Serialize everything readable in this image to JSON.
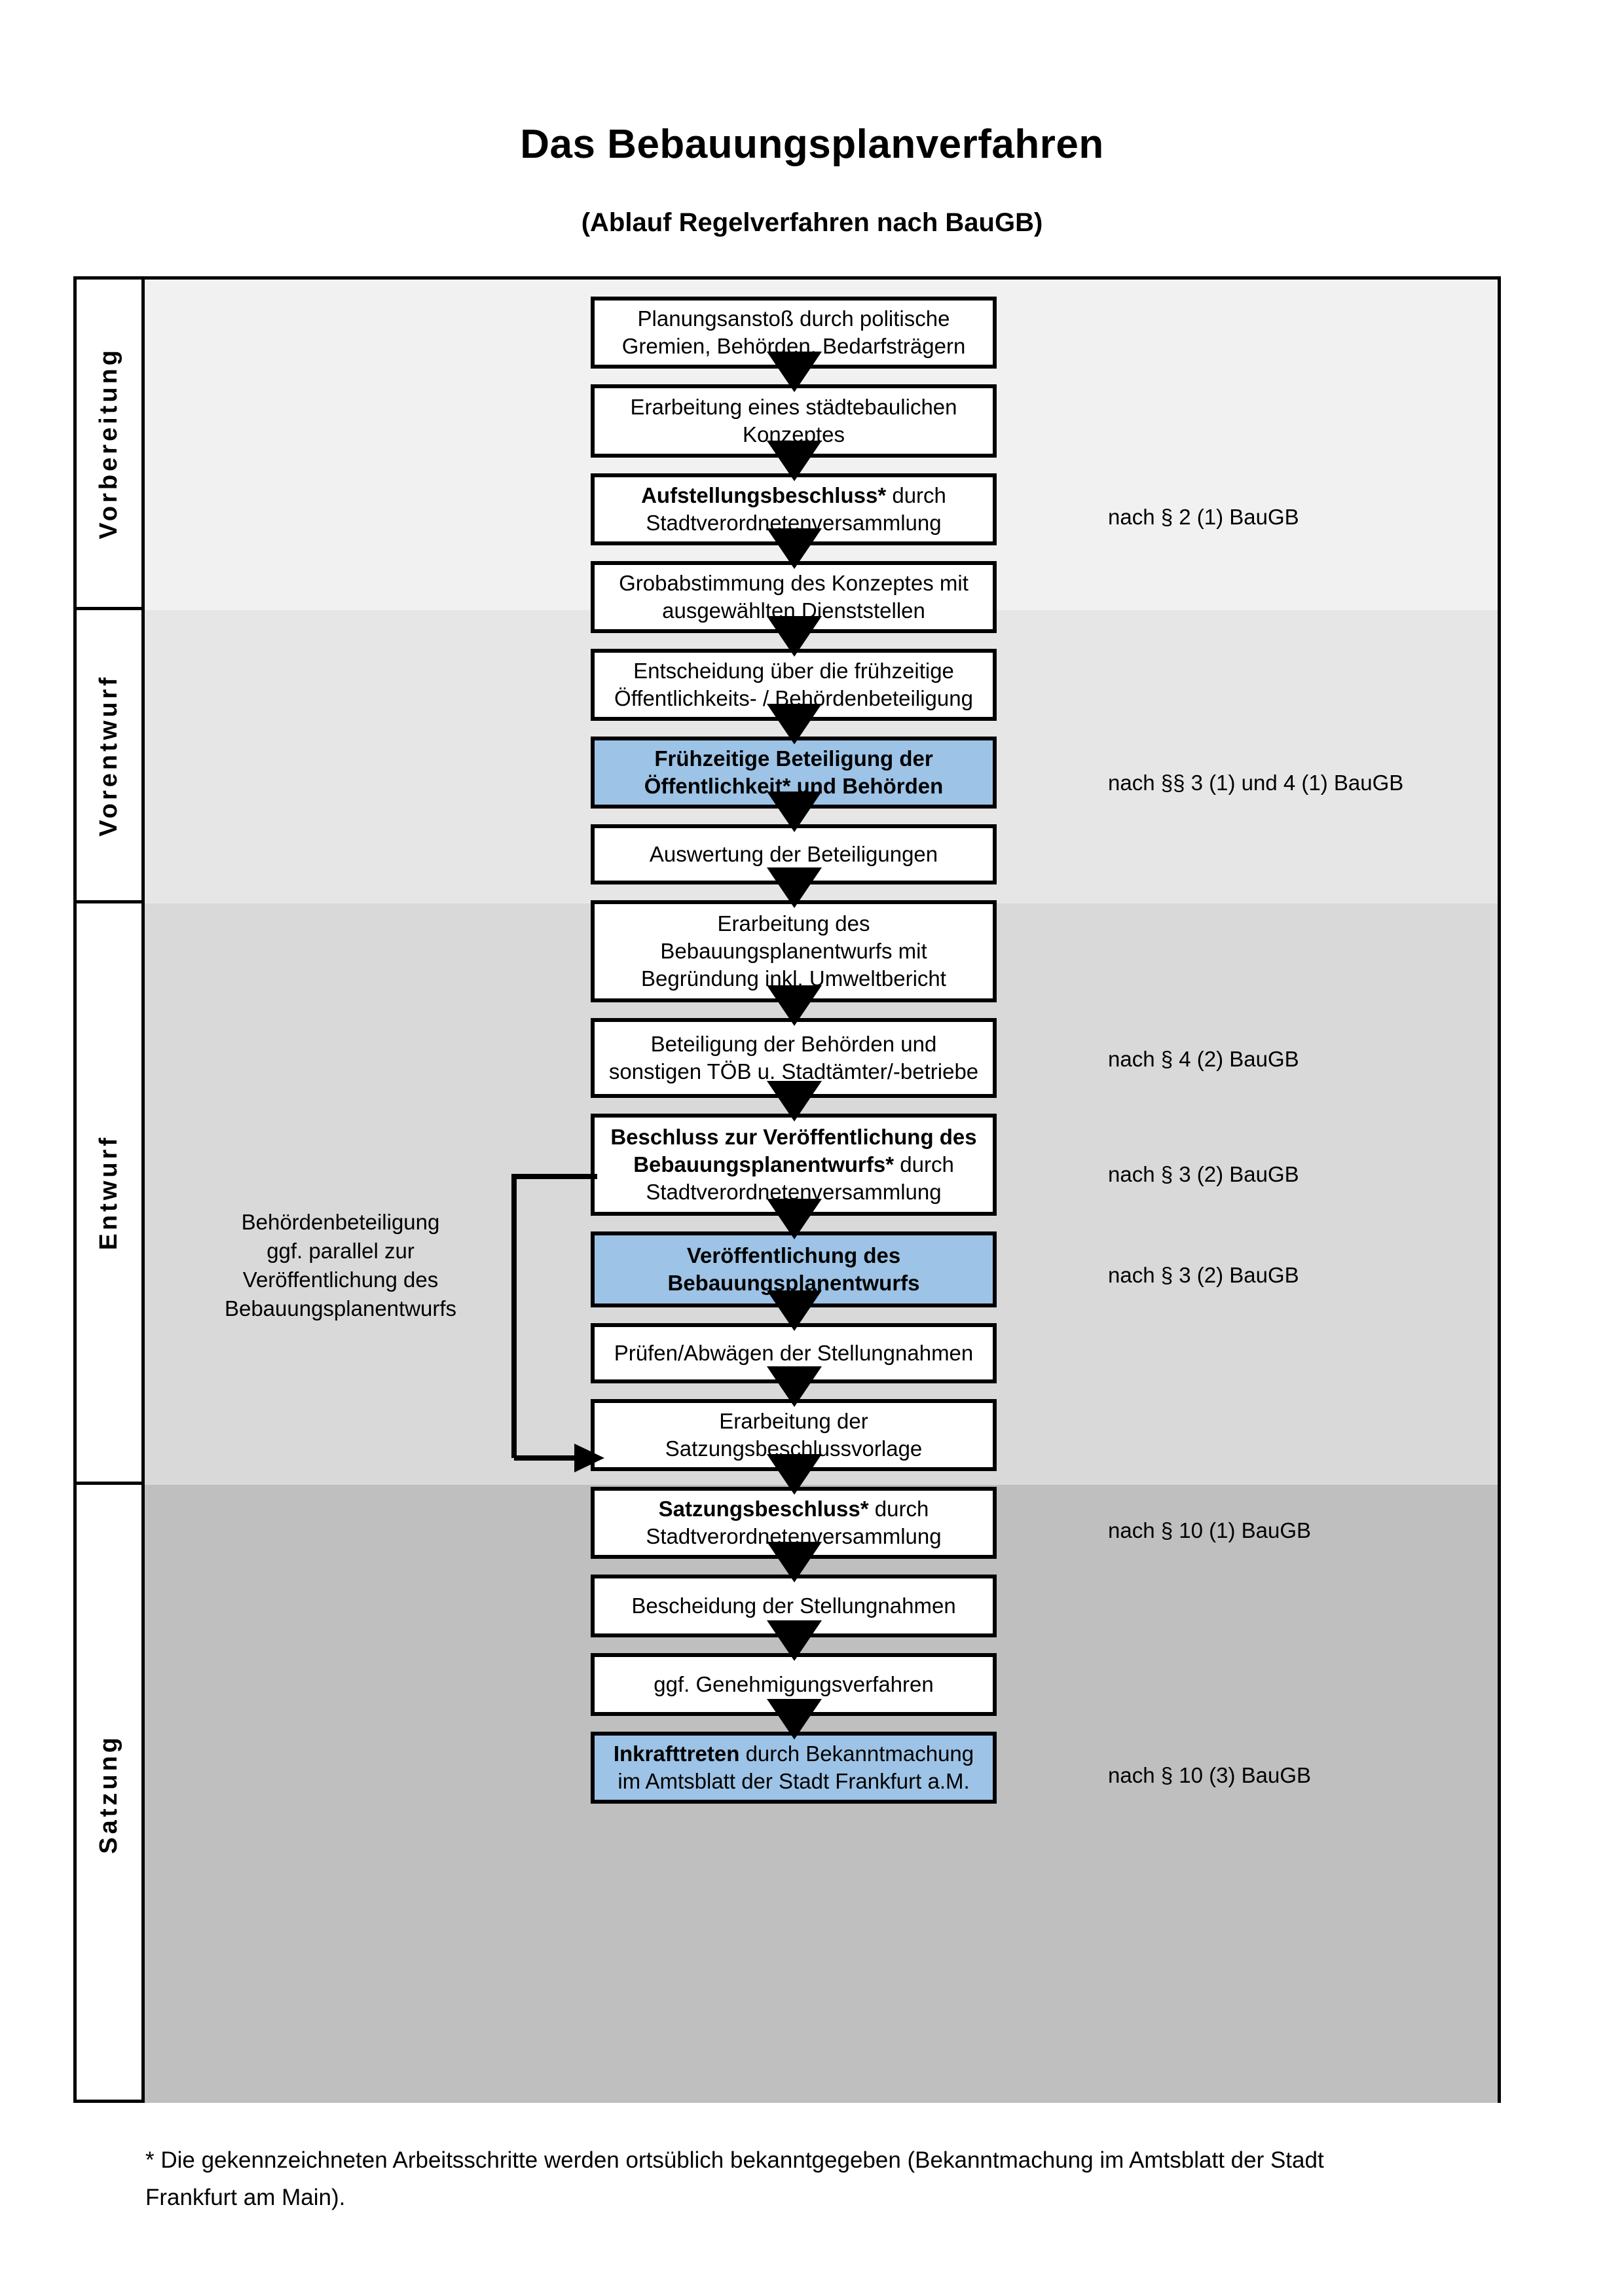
{
  "header": {
    "title": "Das Bebauungsplanverfahren",
    "subtitle": "(Ablauf Regelverfahren nach BauGB)"
  },
  "phases": [
    {
      "label": "Vorbereitung"
    },
    {
      "label": "Vorentwurf"
    },
    {
      "label": "Entwurf"
    },
    {
      "label": "Satzung"
    }
  ],
  "steps": [
    {
      "id": "planungsanstoss",
      "bold_prefix": "",
      "lines": [
        "Planungsanstoß durch politische",
        "Gremien, Behörden, Bedarfsträgern"
      ],
      "highlight": false
    },
    {
      "id": "staedtebauliches-konzept",
      "bold_prefix": "",
      "lines": [
        "Erarbeitung eines städtebaulichen",
        "Konzeptes"
      ],
      "highlight": false
    },
    {
      "id": "aufstellungsbeschluss",
      "bold_prefix": "Aufstellungsbeschluss*",
      "lines": [
        "Aufstellungsbeschluss* durch",
        "Stadtverordnetenversammlung"
      ],
      "highlight": false
    },
    {
      "id": "grobabstimmung",
      "bold_prefix": "",
      "lines": [
        "Grobabstimmung des Konzeptes mit",
        "ausgewählten Dienststellen"
      ],
      "highlight": false
    },
    {
      "id": "entscheidung-fruehzeitige",
      "bold_prefix": "",
      "lines": [
        "Entscheidung über die frühzeitige",
        "Öffentlichkeits- / Behördenbeteiligung"
      ],
      "highlight": false
    },
    {
      "id": "fruehzeitige-beteiligung",
      "bold_prefix": "ALL",
      "lines": [
        "Frühzeitige Beteiligung der",
        "Öffentlichkeit* und Behörden"
      ],
      "highlight": true
    },
    {
      "id": "auswertung-beteiligungen",
      "bold_prefix": "",
      "lines": [
        "Auswertung der Beteiligungen"
      ],
      "highlight": false
    },
    {
      "id": "erarbeitung-entwurf",
      "bold_prefix": "",
      "lines": [
        "Erarbeitung des",
        "Bebauungsplanentwurfs mit",
        "Begründung inkl. Umweltbericht"
      ],
      "highlight": false
    },
    {
      "id": "beteiligung-behoerden",
      "bold_prefix": "",
      "lines": [
        "Beteiligung der Behörden und",
        "sonstigen TÖB u. Stadtämter/-betriebe"
      ],
      "highlight": false
    },
    {
      "id": "beschluss-veroeffentlichung",
      "bold_prefix": "Beschluss zur Veröffentlichung des Bebauungsplanentwurfs*",
      "lines": [
        "Beschluss zur Veröffentlichung des",
        "Bebauungsplanentwurfs* durch",
        "Stadtverordnetenversammlung"
      ],
      "highlight": false
    },
    {
      "id": "veroeffentlichung-entwurf",
      "bold_prefix": "ALL",
      "lines": [
        "Veröffentlichung des",
        "Bebauungsplanentwurfs"
      ],
      "highlight": true
    },
    {
      "id": "pruefen-abwaegen",
      "bold_prefix": "",
      "lines": [
        "Prüfen/Abwägen der Stellungnahmen"
      ],
      "highlight": false
    },
    {
      "id": "satzungsbeschlussvorlage",
      "bold_prefix": "",
      "lines": [
        "Erarbeitung der",
        "Satzungsbeschlussvorlage"
      ],
      "highlight": false
    },
    {
      "id": "satzungsbeschluss",
      "bold_prefix": "Satzungsbeschluss*",
      "lines": [
        "Satzungsbeschluss* durch",
        "Stadtverordnetenversammlung"
      ],
      "highlight": false
    },
    {
      "id": "bescheidung-stellungnahmen",
      "bold_prefix": "",
      "lines": [
        "Bescheidung der Stellungnahmen"
      ],
      "highlight": false
    },
    {
      "id": "genehmigungsverfahren",
      "bold_prefix": "",
      "lines": [
        "ggf. Genehmigungsverfahren"
      ],
      "highlight": false
    },
    {
      "id": "inkrafttreten",
      "bold_prefix": "Inkrafttreten",
      "lines": [
        "Inkrafttreten durch Bekanntmachung",
        "im Amtsblatt der Stadt Frankfurt a.M."
      ],
      "highlight": true
    }
  ],
  "notes": [
    {
      "id": "note-par2",
      "text": "nach § 2 (1) BauGB"
    },
    {
      "id": "note-par3-1-4-1",
      "text": "nach §§ 3 (1) und 4 (1) BauGB"
    },
    {
      "id": "note-par4-2",
      "text": "nach § 4 (2) BauGB"
    },
    {
      "id": "note-par3-2-a",
      "text": "nach § 3 (2) BauGB"
    },
    {
      "id": "note-par3-2-b",
      "text": "nach § 3 (2) BauGB"
    },
    {
      "id": "note-par10-1",
      "text": "nach § 10 (1) BauGB"
    },
    {
      "id": "note-par10-3",
      "text": "nach § 10 (3) BauGB"
    }
  ],
  "sidenote": {
    "lines": [
      "Behördenbeteiligung",
      "ggf. parallel zur",
      "Veröffentlichung des",
      "Bebauungsplanentwurfs"
    ]
  },
  "footnote": {
    "lines": [
      "* Die gekennzeichneten Arbeitsschritte werden ortsüblich bekanntgegeben (Bekanntmachung im Amtsblatt  der Stadt",
      "Frankfurt am Main)."
    ]
  },
  "colors": {
    "highlight_box": "#9DC3E6",
    "band_vorbereitung": "#F1F1F1",
    "band_vorentwurf": "#E6E6E6",
    "band_entwurf": "#D9D9D9",
    "band_satzung": "#BFBFBF",
    "box_border": "#000000",
    "box_fill": "#FFFFFF"
  }
}
